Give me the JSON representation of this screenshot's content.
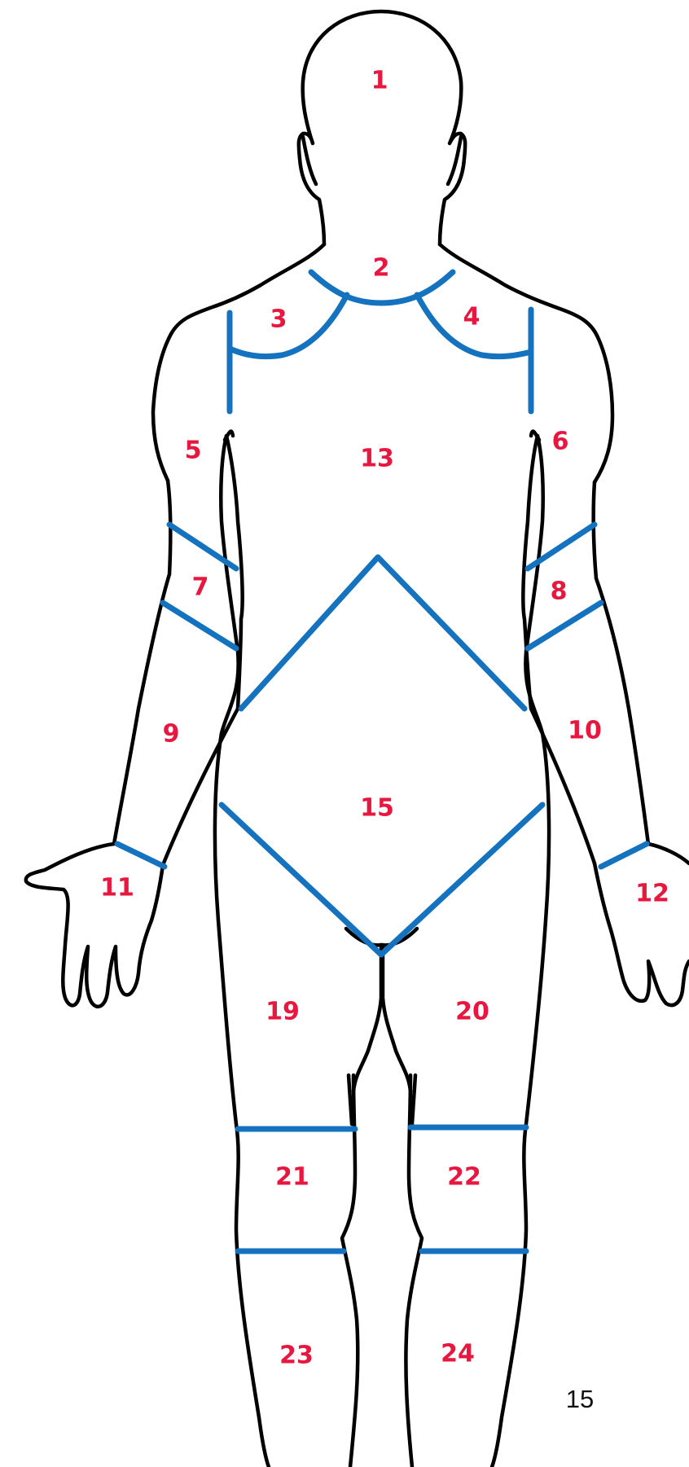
{
  "diagram": {
    "outline_color": "#000000",
    "zone_line_color": "#1472BE",
    "label_color": "#E8173F",
    "regions": [
      {
        "id": "1"
      },
      {
        "id": "2"
      },
      {
        "id": "3"
      },
      {
        "id": "4"
      },
      {
        "id": "5"
      },
      {
        "id": "6"
      },
      {
        "id": "7"
      },
      {
        "id": "8"
      },
      {
        "id": "9"
      },
      {
        "id": "10"
      },
      {
        "id": "11"
      },
      {
        "id": "12"
      },
      {
        "id": "13"
      },
      {
        "id": "15"
      },
      {
        "id": "19"
      },
      {
        "id": "20"
      },
      {
        "id": "21"
      },
      {
        "id": "22"
      },
      {
        "id": "23"
      },
      {
        "id": "24"
      }
    ]
  },
  "page": {
    "number": "15"
  }
}
